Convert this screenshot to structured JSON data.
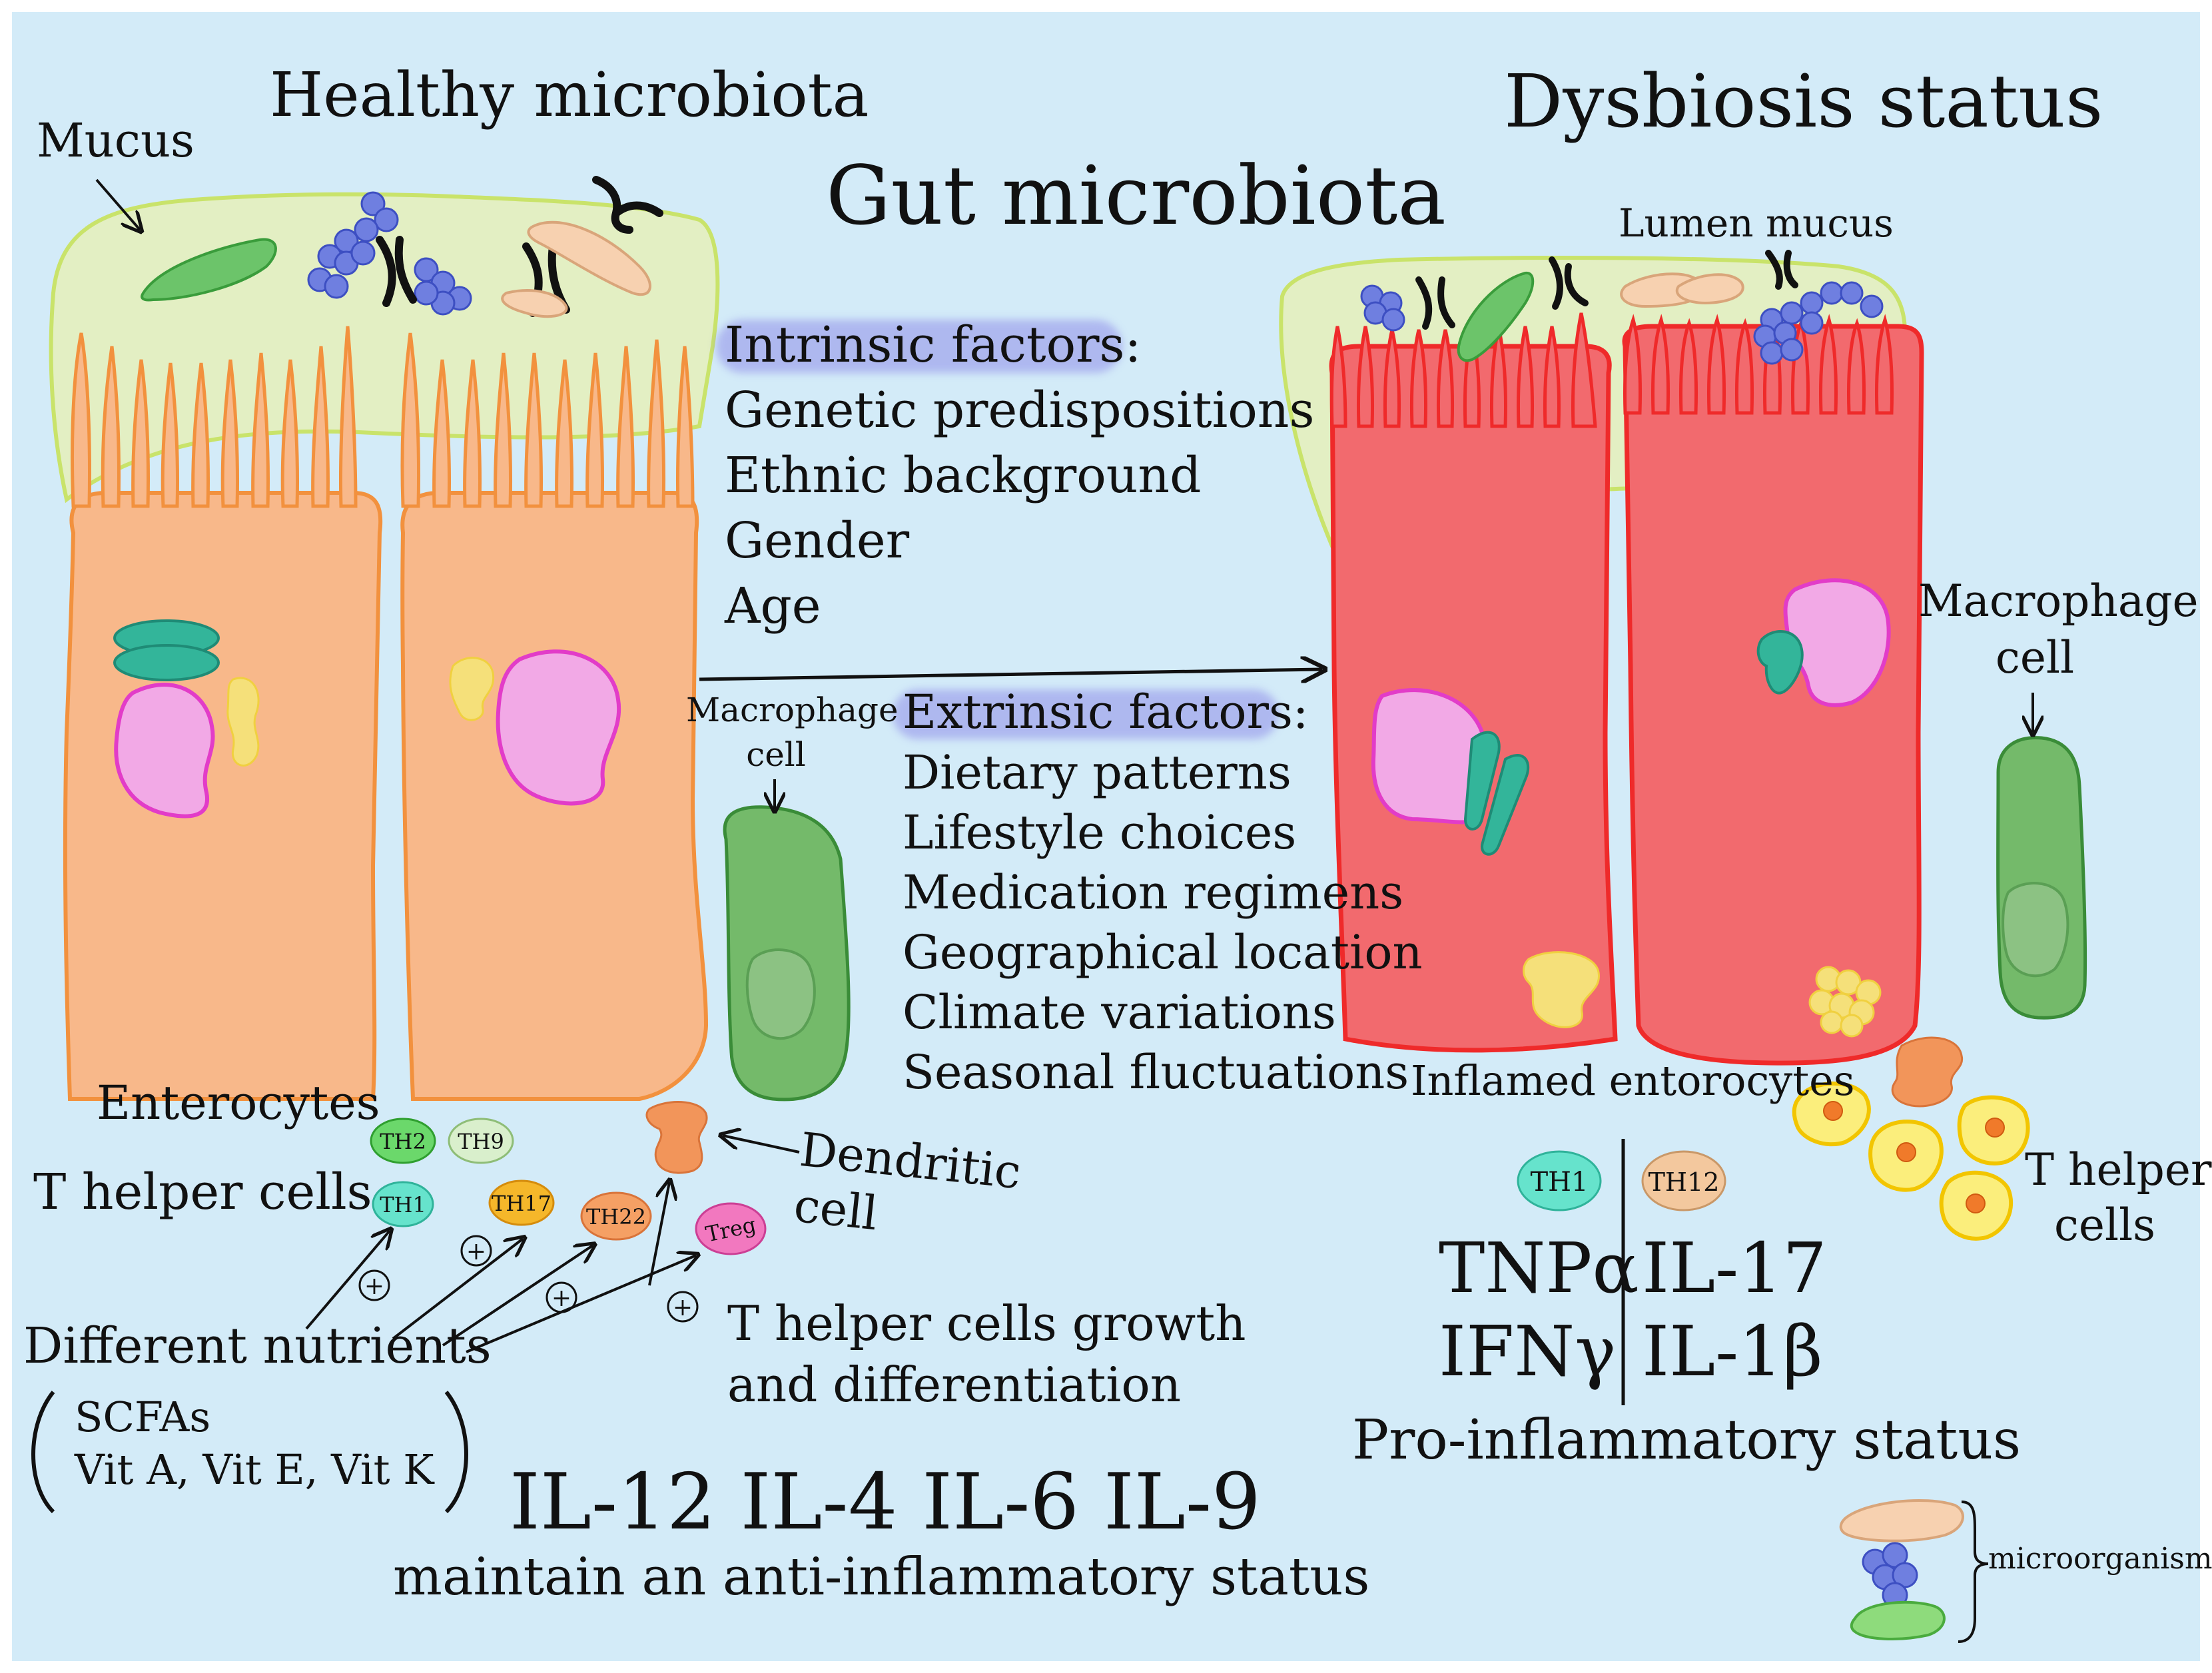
{
  "title": "Gut microbiota",
  "panels": {
    "healthy": {
      "title": "Healthy microbiota",
      "mucus_label": "Mucus",
      "enterocytes_label": "Enterocytes",
      "macrophage_label_line1": "Macrophage",
      "macrophage_label_line2": "cell",
      "dendritic_label_line1": "Dendritic",
      "dendritic_label_line2": "cell",
      "t_helper_label": "T helper cells",
      "t_cells": [
        "TH2",
        "TH9",
        "TH1",
        "TH17",
        "TH22",
        "Treg"
      ],
      "nutrients_label": "Different nutrients",
      "nutrients_line1": "SCFAs",
      "nutrients_line2": "Vit A, Vit E, Vit K",
      "growth_line1": "T helper cells growth",
      "growth_line2": "and differentiation",
      "plus_sign": "+",
      "cytokines": "IL-12 IL-4 IL-6 IL-9",
      "status": "maintain an anti-inflammatory status"
    },
    "dysbiosis": {
      "title": "Dysbiosis status",
      "lumen_label": "Lumen mucus",
      "macrophage_label_line1": "Macrophage",
      "macrophage_label_line2": "cell",
      "inflamed_label": "Inflamed entorocytes",
      "t_helper_line1": "T helper",
      "t_helper_line2": "cells",
      "t_cells": [
        "TH1",
        "TH12"
      ],
      "cytokines_left": [
        "TNPα",
        "IFNγ"
      ],
      "cytokines_right": [
        "IL-17",
        "IL-1β"
      ],
      "status": "Pro-inflammatory status"
    }
  },
  "factors": {
    "intrinsic_title": "Intrinsic factors:",
    "intrinsic": [
      "Genetic predispositions",
      "Ethnic background",
      "Gender",
      "Age"
    ],
    "extrinsic_title": "Extrinsic factors:",
    "extrinsic": [
      "Dietary patterns",
      "Lifestyle choices",
      "Medication regimens",
      "Geographical location",
      "Climate variations",
      "Seasonal fluctuations"
    ]
  },
  "legend": {
    "label": "microorganisms"
  },
  "colors": {
    "background": "#d3ebf8",
    "mucus": "#e3efc3",
    "enterocyte": "#f8b88a",
    "inflamed_enterocyte": "#f26a6e",
    "macrophage": "#74ba6a",
    "nucleus": "#f2a9e6",
    "bacteria_blue": "#6f7fe0"
  }
}
